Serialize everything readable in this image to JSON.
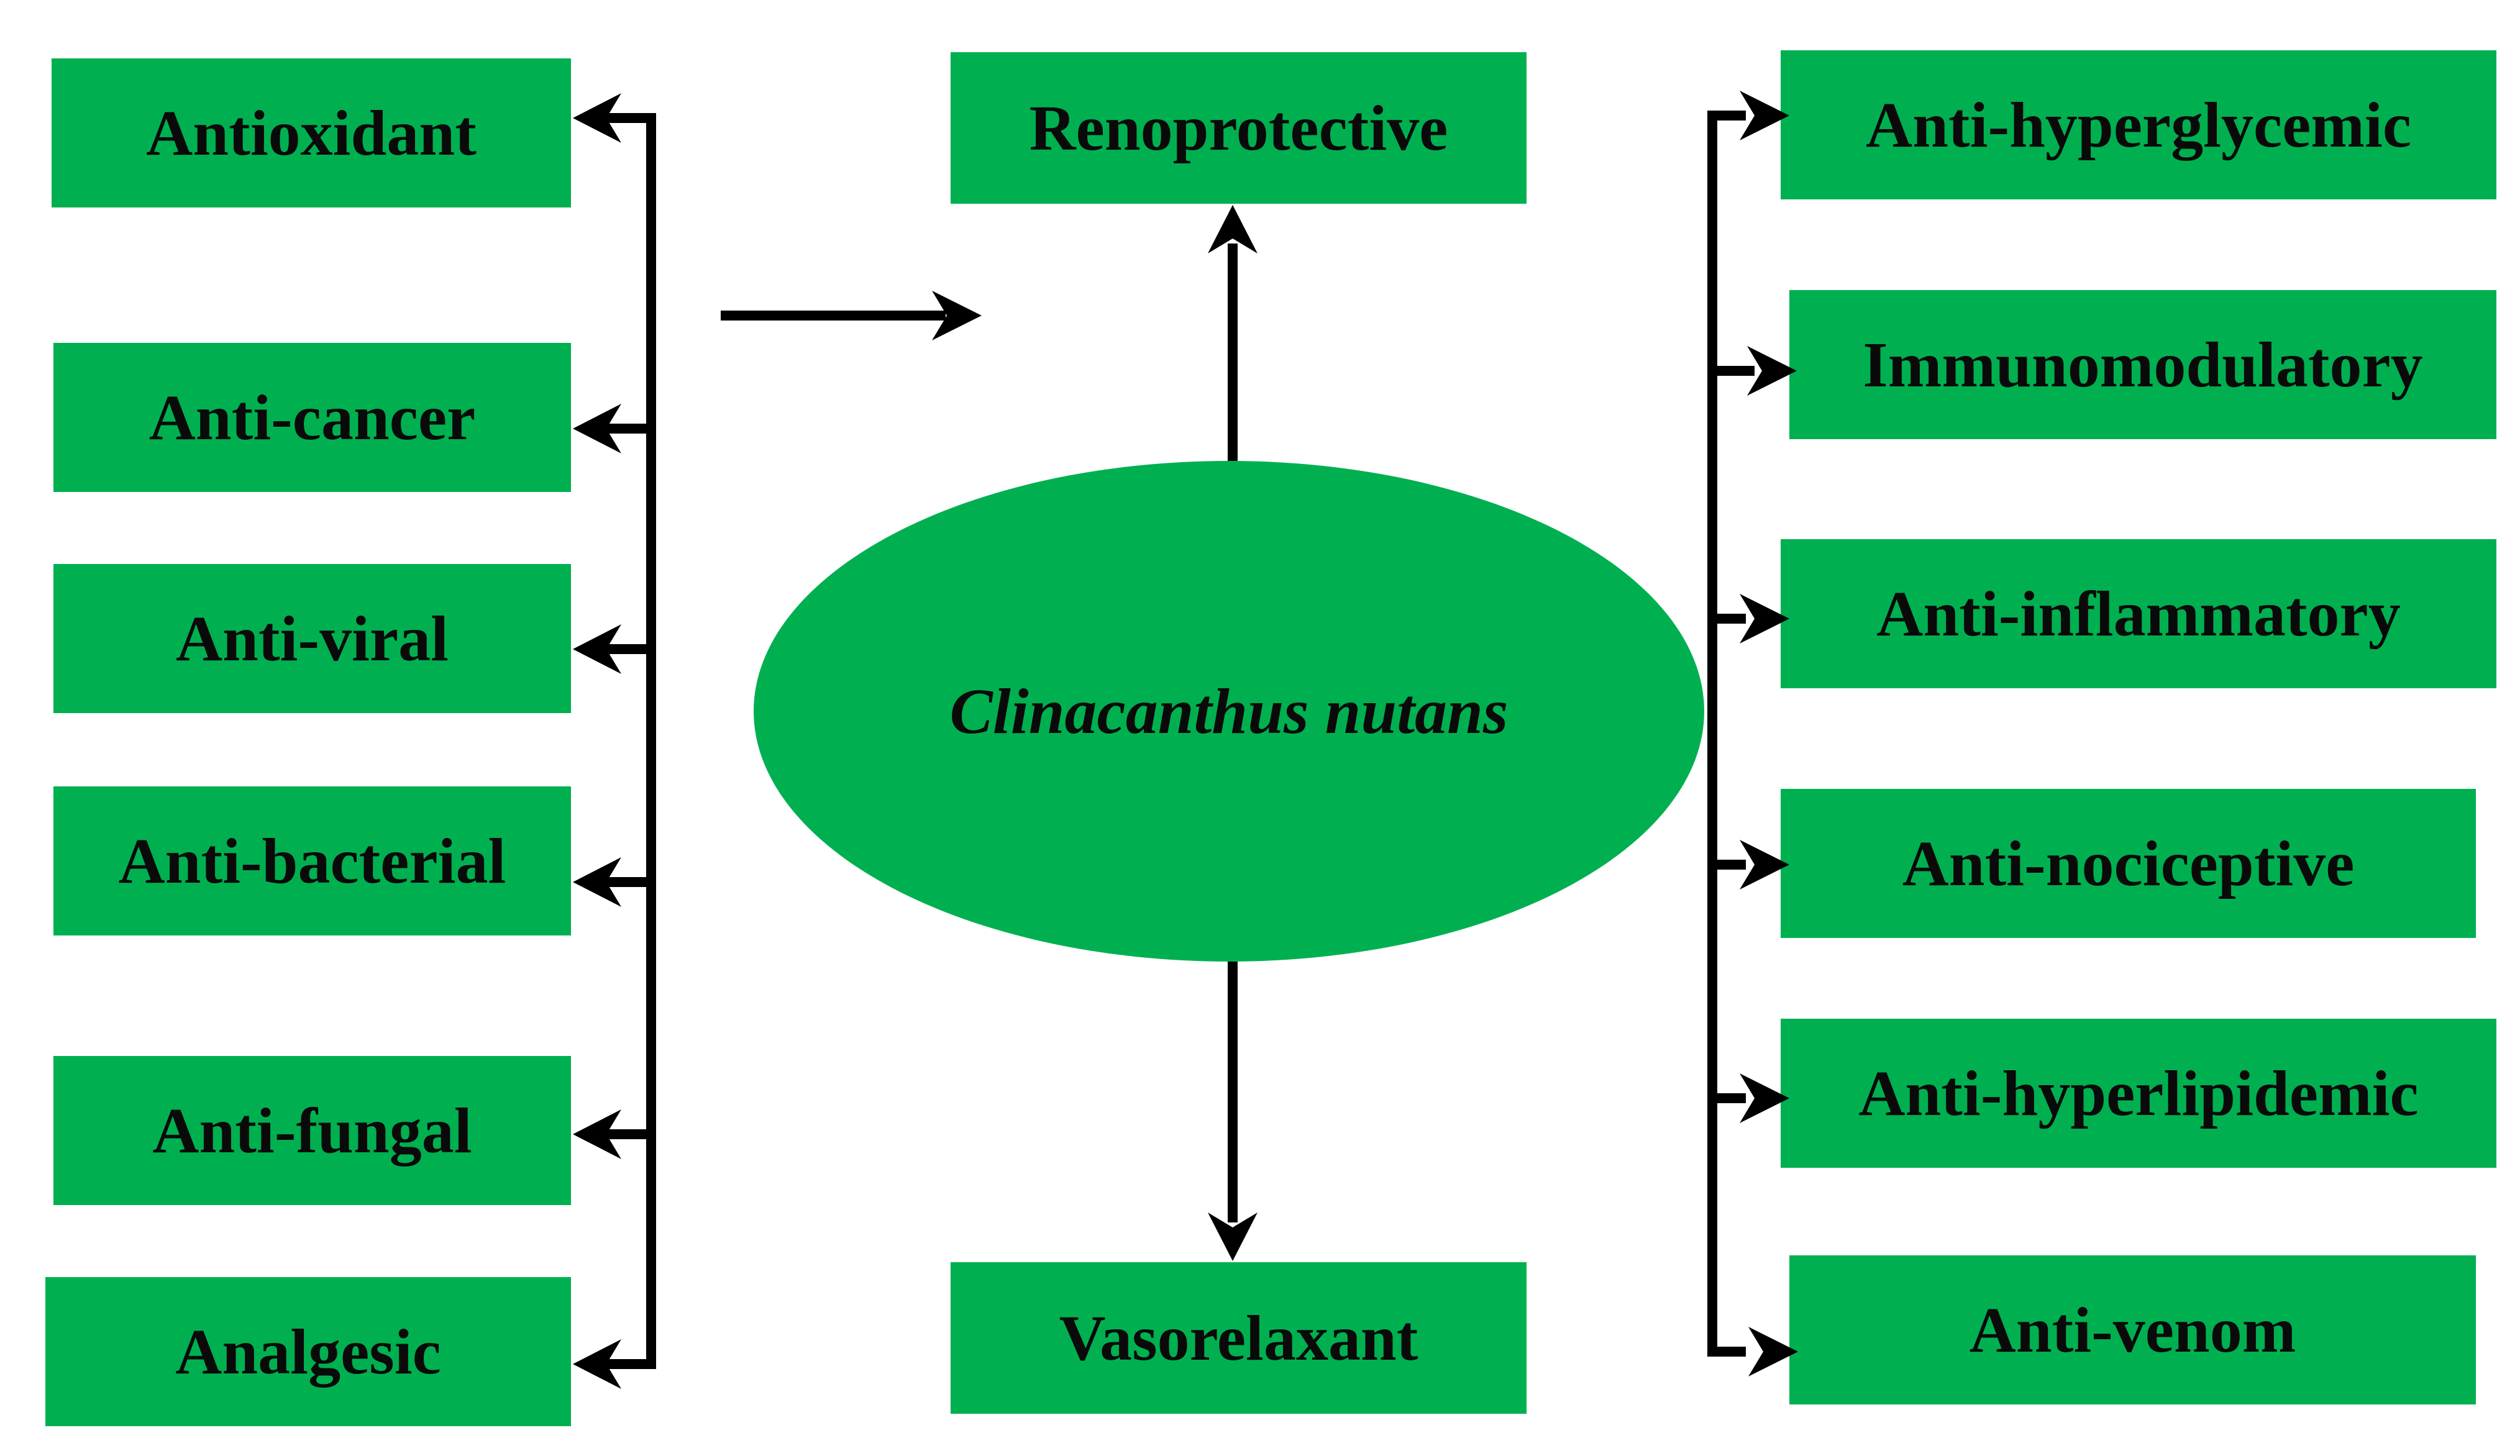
{
  "center": {
    "label": "Clinacanthus nutans"
  },
  "top": {
    "label": "Renoprotective"
  },
  "bottom": {
    "label": "Vasorelaxant"
  },
  "left": [
    {
      "label": "Antioxidant"
    },
    {
      "label": "Anti-cancer"
    },
    {
      "label": "Anti-viral"
    },
    {
      "label": "Anti-bacterial"
    },
    {
      "label": "Anti-fungal"
    },
    {
      "label": "Analgesic"
    }
  ],
  "right": [
    {
      "label": "Anti-hyperglycemic"
    },
    {
      "label": "Immunomodulatory"
    },
    {
      "label": "Anti-inflammatory"
    },
    {
      "label": "Anti-nociceptive"
    },
    {
      "label": "Anti-hyperlipidemic"
    },
    {
      "label": "Anti-venom"
    }
  ],
  "colors": {
    "box_fill": "#00b050",
    "arrow": "#000000",
    "text": "#0a0a0a"
  }
}
